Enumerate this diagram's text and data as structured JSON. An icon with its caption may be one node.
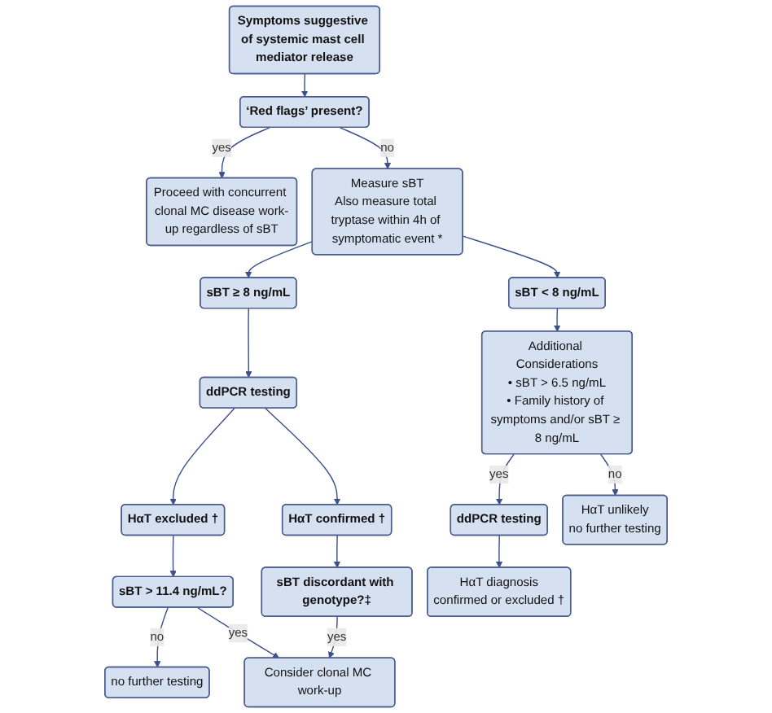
{
  "diagram": {
    "nodes": [
      {
        "text": [
          "Symptoms suggestive of systemic mast cell mediator release"
        ]
      },
      {
        "text": [
          "‘Red flags’ present?"
        ]
      },
      {
        "text": [
          "Proceed with concurrent clonal MC disease work-up regardless of sBT"
        ]
      },
      {
        "text": [
          "Measure sBT",
          "Also measure total tryptase within 4h of symptomatic event *"
        ]
      },
      {
        "text": [
          "sBT ≥ 8 ng/mL"
        ]
      },
      {
        "text": [
          "sBT < 8 ng/mL"
        ]
      },
      {
        "text": [
          "ddPCR testing"
        ]
      },
      {
        "text": [
          "Additional Considerations",
          "• sBT > 6.5 ng/mL",
          "• Family history of symptoms and/or sBT ≥ 8 ng/mL"
        ]
      },
      {
        "text": [
          "HαT excluded †"
        ]
      },
      {
        "text": [
          "HαT confirmed †"
        ]
      },
      {
        "text": [
          "sBT > 11.4 ng/mL?"
        ]
      },
      {
        "text": [
          "sBT discordant with genotype?‡"
        ]
      },
      {
        "text": [
          "ddPCR testing"
        ]
      },
      {
        "text": [
          "HαT unlikely",
          "no further testing"
        ]
      },
      {
        "text": [
          "no further testing"
        ]
      },
      {
        "text": [
          "Consider clonal MC work-up"
        ]
      },
      {
        "text": [
          "HαT diagnosis",
          "confirmed or excluded †"
        ]
      }
    ],
    "edges": [
      {
        "from": 0,
        "to": 1,
        "arrow": "to"
      },
      {
        "from": 1,
        "to": 3,
        "arrow": "to",
        "label": "no"
      },
      {
        "from": 1,
        "to": 2,
        "arrow": "to",
        "label": "yes"
      },
      {
        "from": 3,
        "to": 4,
        "arrow": "to"
      },
      {
        "from": 3,
        "to": 5,
        "arrow": "to"
      },
      {
        "from": 4,
        "to": 6,
        "arrow": "to"
      },
      {
        "from": 5,
        "to": 7,
        "arrow": "to"
      },
      {
        "from": 6,
        "to": 8,
        "arrow": "to"
      },
      {
        "from": 6,
        "to": 9,
        "arrow": "to"
      },
      {
        "from": 7,
        "to": 12,
        "arrow": "to",
        "label": "yes"
      },
      {
        "from": 7,
        "to": 13,
        "arrow": "to",
        "label": "no"
      },
      {
        "from": 8,
        "to": 10,
        "arrow": "to"
      },
      {
        "from": 9,
        "to": 11,
        "arrow": "to"
      },
      {
        "from": 10,
        "to": 14,
        "arrow": "to",
        "label": "no"
      },
      {
        "from": 10,
        "to": 15,
        "arrow": "to",
        "label": "yes"
      },
      {
        "from": 11,
        "to": 15,
        "arrow": "to",
        "label": "yes"
      },
      {
        "from": 12,
        "to": 16,
        "arrow": "to"
      }
    ]
  }
}
